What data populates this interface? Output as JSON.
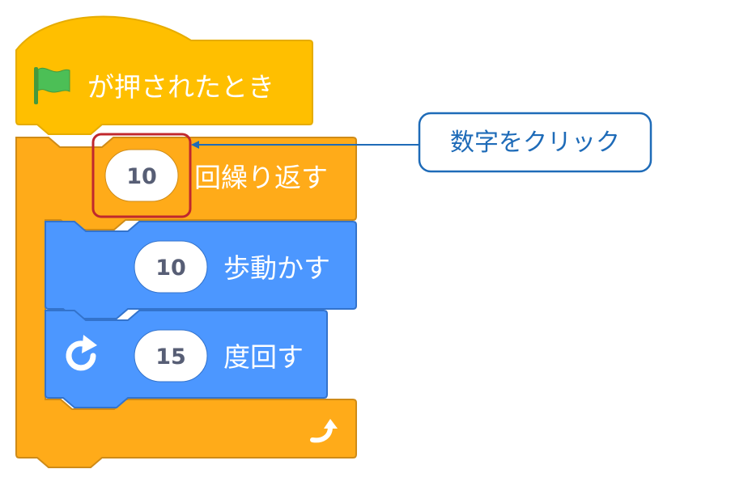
{
  "colors": {
    "events_block": "#ffbf00",
    "events_border": "#e6ac00",
    "control_block": "#ffab19",
    "control_border": "#cf8b17",
    "motion_block": "#4c97ff",
    "motion_border": "#3373cc",
    "flag": "#4cbf56",
    "highlight": "#c0282d",
    "callout": "#1e6bb8",
    "number_text": "#575e75"
  },
  "hat_block": {
    "icon": "green-flag-icon",
    "label": "が押されたとき"
  },
  "repeat_block": {
    "value": "10",
    "label": "回繰り返す",
    "end_icon": "loop-arrow-icon"
  },
  "move_block": {
    "value": "10",
    "label": "歩動かす"
  },
  "turn_block": {
    "icon": "rotate-right-icon",
    "value": "15",
    "label": "度回す"
  },
  "callout": {
    "text": "数字をクリック"
  }
}
